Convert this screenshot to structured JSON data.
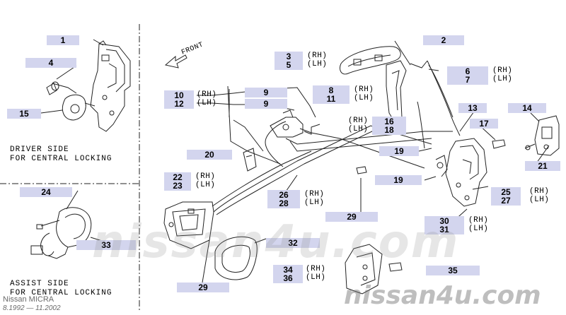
{
  "diagram": {
    "front_label": "FRONT",
    "captions": {
      "driver_side_line1": "DRIVER SIDE",
      "driver_side_line2": "FOR CENTRAL LOCKING",
      "assist_side_line1": "ASSIST SIDE",
      "assist_side_line2": "FOR CENTRAL LOCKING"
    },
    "callouts": [
      "1",
      "4",
      "15",
      "2",
      "3",
      "5",
      "6",
      "7",
      "8",
      "11",
      "9",
      "9",
      "10",
      "12",
      "13",
      "14",
      "16",
      "18",
      "17",
      "19",
      "19",
      "20",
      "21",
      "22",
      "23",
      "24",
      "25",
      "27",
      "26",
      "28",
      "29",
      "29",
      "30",
      "31",
      "32",
      "33",
      "34",
      "36",
      "35"
    ],
    "side_labels": [
      "(RH)",
      "(LH)"
    ],
    "watermark": {
      "main": "nissan4u.com",
      "corner": "nissan4u.com",
      "model": "Nissan MICRA",
      "period": "8.1992 — 11.2002"
    }
  }
}
